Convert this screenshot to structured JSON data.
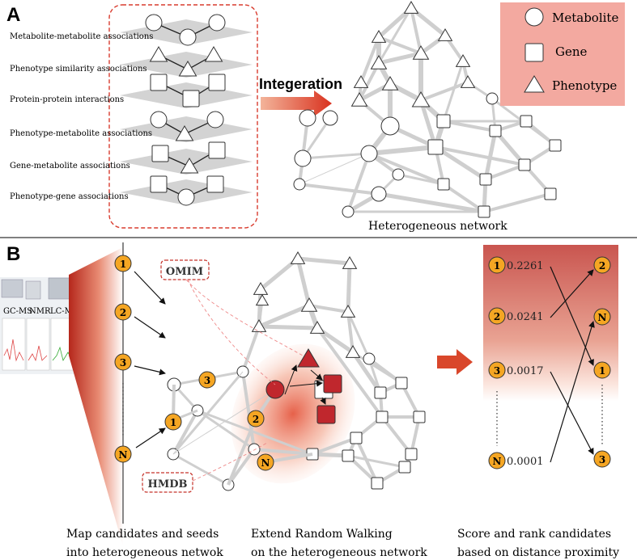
{
  "panel_a": {
    "label": "A",
    "layers": [
      "Metabolite-metabolite associations",
      "Phenotype similarity associations",
      "Protein-protein interactions",
      "Phenotype-metabolite associations",
      "Gene-metabolite associations",
      "Phenotype-gene associations"
    ],
    "arrow_label": "Integeration",
    "network_caption": "Heterogeneous network",
    "legend": [
      {
        "shape": "circle",
        "label": "Metabolite"
      },
      {
        "shape": "square",
        "label": "Gene"
      },
      {
        "shape": "triangle",
        "label": "Phenotype"
      }
    ]
  },
  "panel_b": {
    "label": "B",
    "instruments": [
      "GC-MS",
      "NMR",
      "LC-MS"
    ],
    "candidates": [
      "1",
      "2",
      "3",
      "N"
    ],
    "databases": {
      "omim": "OMIM",
      "hmdb": "HMDB"
    },
    "scores": [
      {
        "id": "1",
        "value": "0.2261"
      },
      {
        "id": "2",
        "value": "0.0241"
      },
      {
        "id": "3",
        "value": "0.0017"
      },
      {
        "id": "N",
        "value": "0.0001"
      }
    ],
    "ranked": [
      "2",
      "N",
      "1",
      "3"
    ],
    "captions": {
      "map_line1": "Map candidates and seeds",
      "map_line2": "into heterogeneous netwok",
      "walk_line1": "Extend Random Walking",
      "walk_line2": "on the heterogeneous network",
      "rank_line1": "Score and rank  candidates",
      "rank_line2": "based on distance proximity"
    }
  },
  "colors": {
    "node_orange": "#f5a623",
    "seed_red": "#c0272d",
    "edge_gray": "#cfcfcf",
    "legend_bg": "#f3a9a0",
    "dashed_red": "#d93c2f",
    "arrow_red": "#d9472b"
  }
}
